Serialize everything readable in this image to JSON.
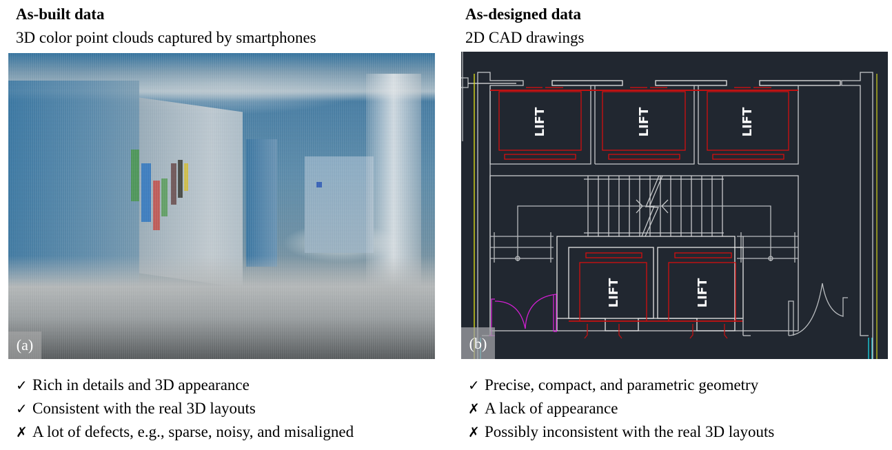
{
  "left_panel": {
    "title": "As-built data",
    "subtitle": "3D color point clouds captured by smartphones",
    "figure_label": "(a)",
    "figure_description": "3D color point cloud of an indoor corridor",
    "bullets": [
      {
        "mark": "✓",
        "type": "pro",
        "text": "Rich in details and 3D appearance"
      },
      {
        "mark": "✓",
        "type": "pro",
        "text": "Consistent with the real 3D layouts"
      },
      {
        "mark": "✗",
        "type": "con",
        "text": "A lot of defects, e.g., sparse, noisy, and misaligned"
      }
    ]
  },
  "right_panel": {
    "title": "As-designed data",
    "subtitle": "2D CAD drawings",
    "figure_label": "(b)",
    "figure_description": "2D CAD floor plan with lifts and stairs",
    "cad_labels": [
      "LIFT",
      "LIFT",
      "LIFT",
      "LIFT",
      "LIFT"
    ],
    "bullets": [
      {
        "mark": "✓",
        "type": "pro",
        "text": "Precise, compact, and parametric geometry"
      },
      {
        "mark": "✗",
        "type": "con",
        "text": "A lack of appearance"
      },
      {
        "mark": "✗",
        "type": "con",
        "text": "Possibly inconsistent with the real 3D layouts"
      }
    ]
  },
  "colors": {
    "cad_background": "#212730",
    "cad_wall": "#c8cacc",
    "cad_lift": "#d40f0f",
    "cad_door_magenta": "#d21fd2",
    "cad_axis_yellow": "#e6e619",
    "cad_axis_cyan": "#19d8e6"
  }
}
